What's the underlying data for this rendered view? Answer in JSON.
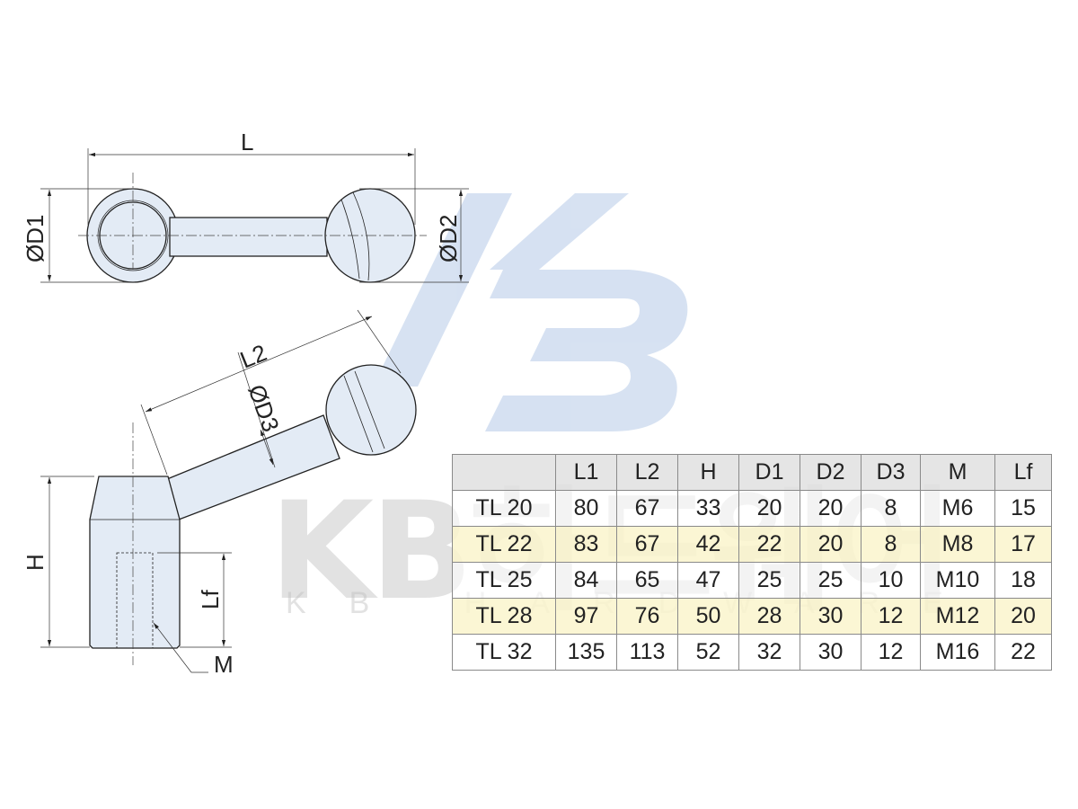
{
  "drawing": {
    "labels": {
      "L": "L",
      "D1": "ØD1",
      "D2": "ØD2",
      "L2": "L2",
      "D3": "ØD3",
      "H": "H",
      "Lf": "Lf",
      "M": "M"
    }
  },
  "watermark": {
    "main": "KB하드웨어",
    "sub": "KB HARDWARE"
  },
  "table": {
    "headers": [
      "",
      "L1",
      "L2",
      "H",
      "D1",
      "D2",
      "D3",
      "M",
      "Lf"
    ],
    "rows": [
      [
        "TL 20",
        "80",
        "67",
        "33",
        "20",
        "20",
        "8",
        "M6",
        "15"
      ],
      [
        "TL 22",
        "83",
        "67",
        "42",
        "22",
        "20",
        "8",
        "M8",
        "17"
      ],
      [
        "TL 25",
        "84",
        "65",
        "47",
        "25",
        "25",
        "10",
        "M10",
        "18"
      ],
      [
        "TL 28",
        "97",
        "76",
        "50",
        "28",
        "30",
        "12",
        "M12",
        "20"
      ],
      [
        "TL 32",
        "135",
        "113",
        "52",
        "32",
        "30",
        "12",
        "M16",
        "22"
      ]
    ]
  },
  "colors": {
    "part_fill": "#e3ebf5",
    "highlight_row": "#faf5cd",
    "header_fill": "#e1e1e1",
    "logo_blue": "#c9d8ee"
  }
}
